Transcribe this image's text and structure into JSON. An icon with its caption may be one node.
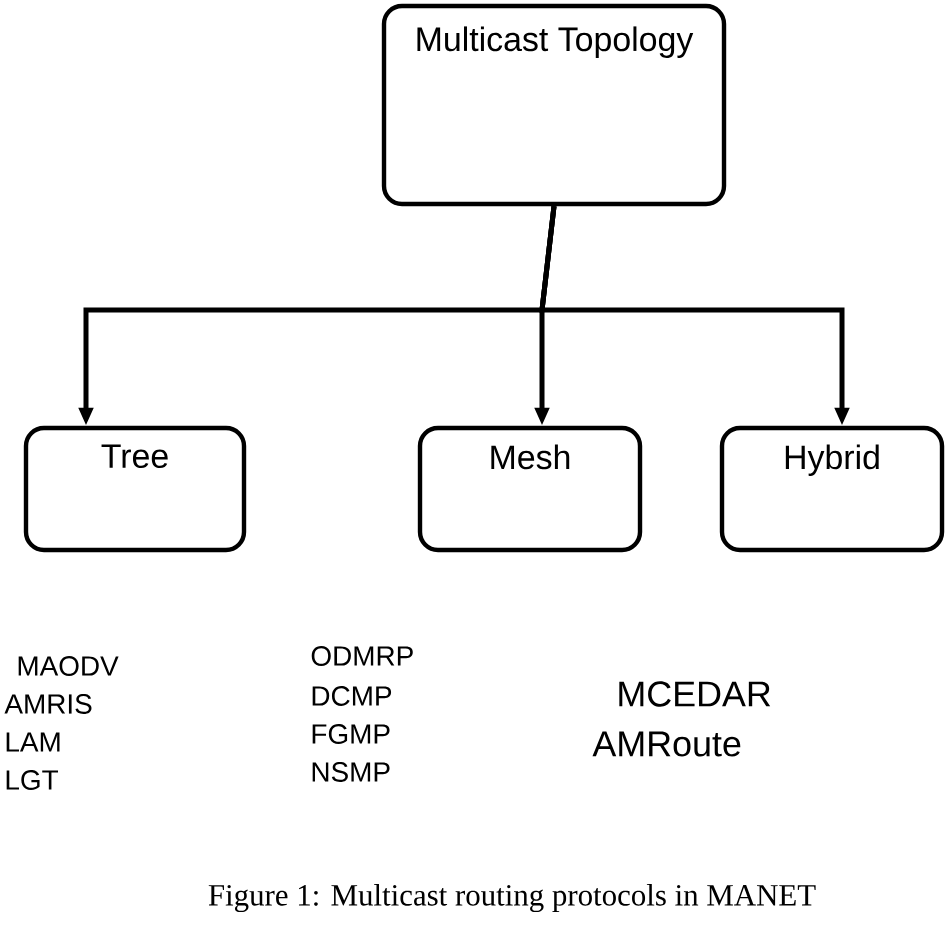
{
  "diagram": {
    "caption": "Figure 1: Multicast routing protocols in MANET",
    "nodes": [
      {
        "text": [
          "Multicast Topology"
        ]
      },
      {
        "text": [
          "Tree"
        ]
      },
      {
        "text": [
          "Mesh"
        ]
      },
      {
        "text": [
          "Hybrid"
        ]
      }
    ],
    "edges": [
      {
        "from": 0,
        "to": 1,
        "arrow": "to"
      },
      {
        "from": 0,
        "to": 2,
        "arrow": "to"
      },
      {
        "from": 0,
        "to": 3,
        "arrow": "to"
      }
    ],
    "labels": [
      "MAODV",
      "AMRIS",
      "LAM",
      "LGT",
      "ODMRP",
      "DCMP",
      "FGMP",
      "NSMP",
      "MCEDAR",
      "AMRoute"
    ]
  }
}
